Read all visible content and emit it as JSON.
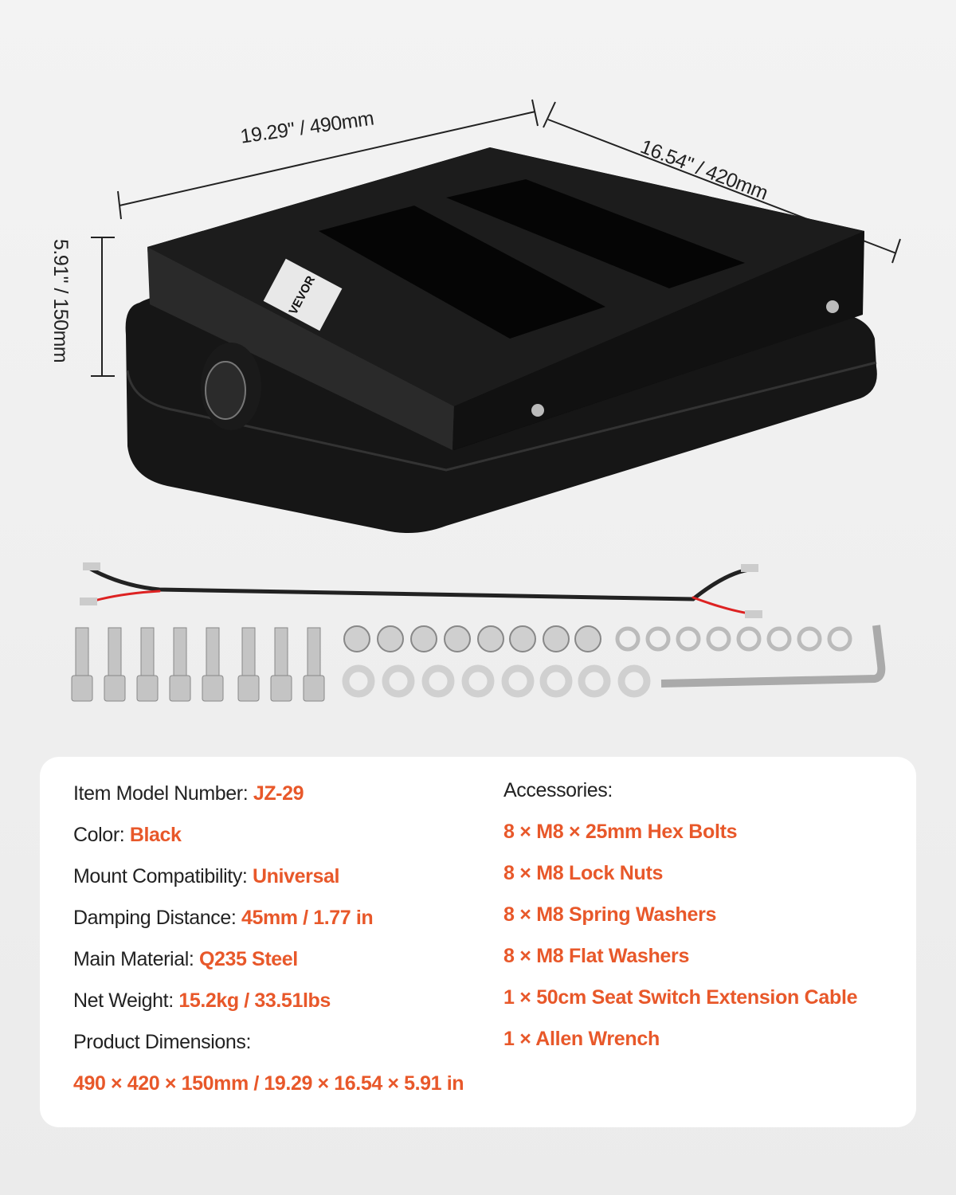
{
  "dimensions": {
    "width": "19.29\" / 490mm",
    "depth": "16.54\" / 420mm",
    "height": "5.91\" / 150mm"
  },
  "brand_label": "VEVOR",
  "specs": [
    {
      "label": "Item Model Number: ",
      "value": "JZ-29"
    },
    {
      "label": "Color: ",
      "value": "Black"
    },
    {
      "label": "Mount Compatibility: ",
      "value": "Universal"
    },
    {
      "label": "Damping Distance: ",
      "value": "45mm / 1.77 in"
    },
    {
      "label": "Main Material: ",
      "value": "Q235 Steel"
    },
    {
      "label": "Net Weight:  ",
      "value": "15.2kg / 33.51lbs"
    },
    {
      "label": "Product Dimensions:",
      "value": "490 × 420 × 150mm /  19.29 × 16.54 × 5.91 in"
    }
  ],
  "accessories": {
    "title": "Accessories:",
    "items": [
      "8 × M8 × 25mm Hex Bolts",
      "8 × M8 Lock Nuts",
      "8 × M8 Spring Washers",
      "8 × M8 Flat Washers",
      "1 × 50cm Seat Switch Extension Cable",
      "1 × Allen Wrench"
    ]
  },
  "colors": {
    "accent": "#e8582a",
    "text": "#222222",
    "product": "#1a1a1a"
  }
}
